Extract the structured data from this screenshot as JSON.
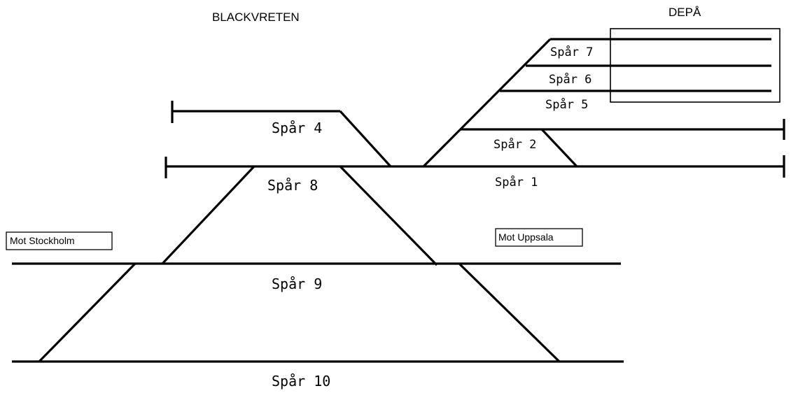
{
  "headings": {
    "station": "BLACKVRETEN",
    "depot": "DEPÅ"
  },
  "directions": {
    "stockholm": "Mot Stockholm",
    "uppsala": "Mot Uppsala"
  },
  "tracks": {
    "t1": "Spår 1",
    "t2": "Spår 2",
    "t4": "Spår 4",
    "t5": "Spår 5",
    "t6": "Spår 6",
    "t7": "Spår 7",
    "t8": "Spår 8",
    "t9": "Spår 9",
    "t10": "Spår 10"
  }
}
